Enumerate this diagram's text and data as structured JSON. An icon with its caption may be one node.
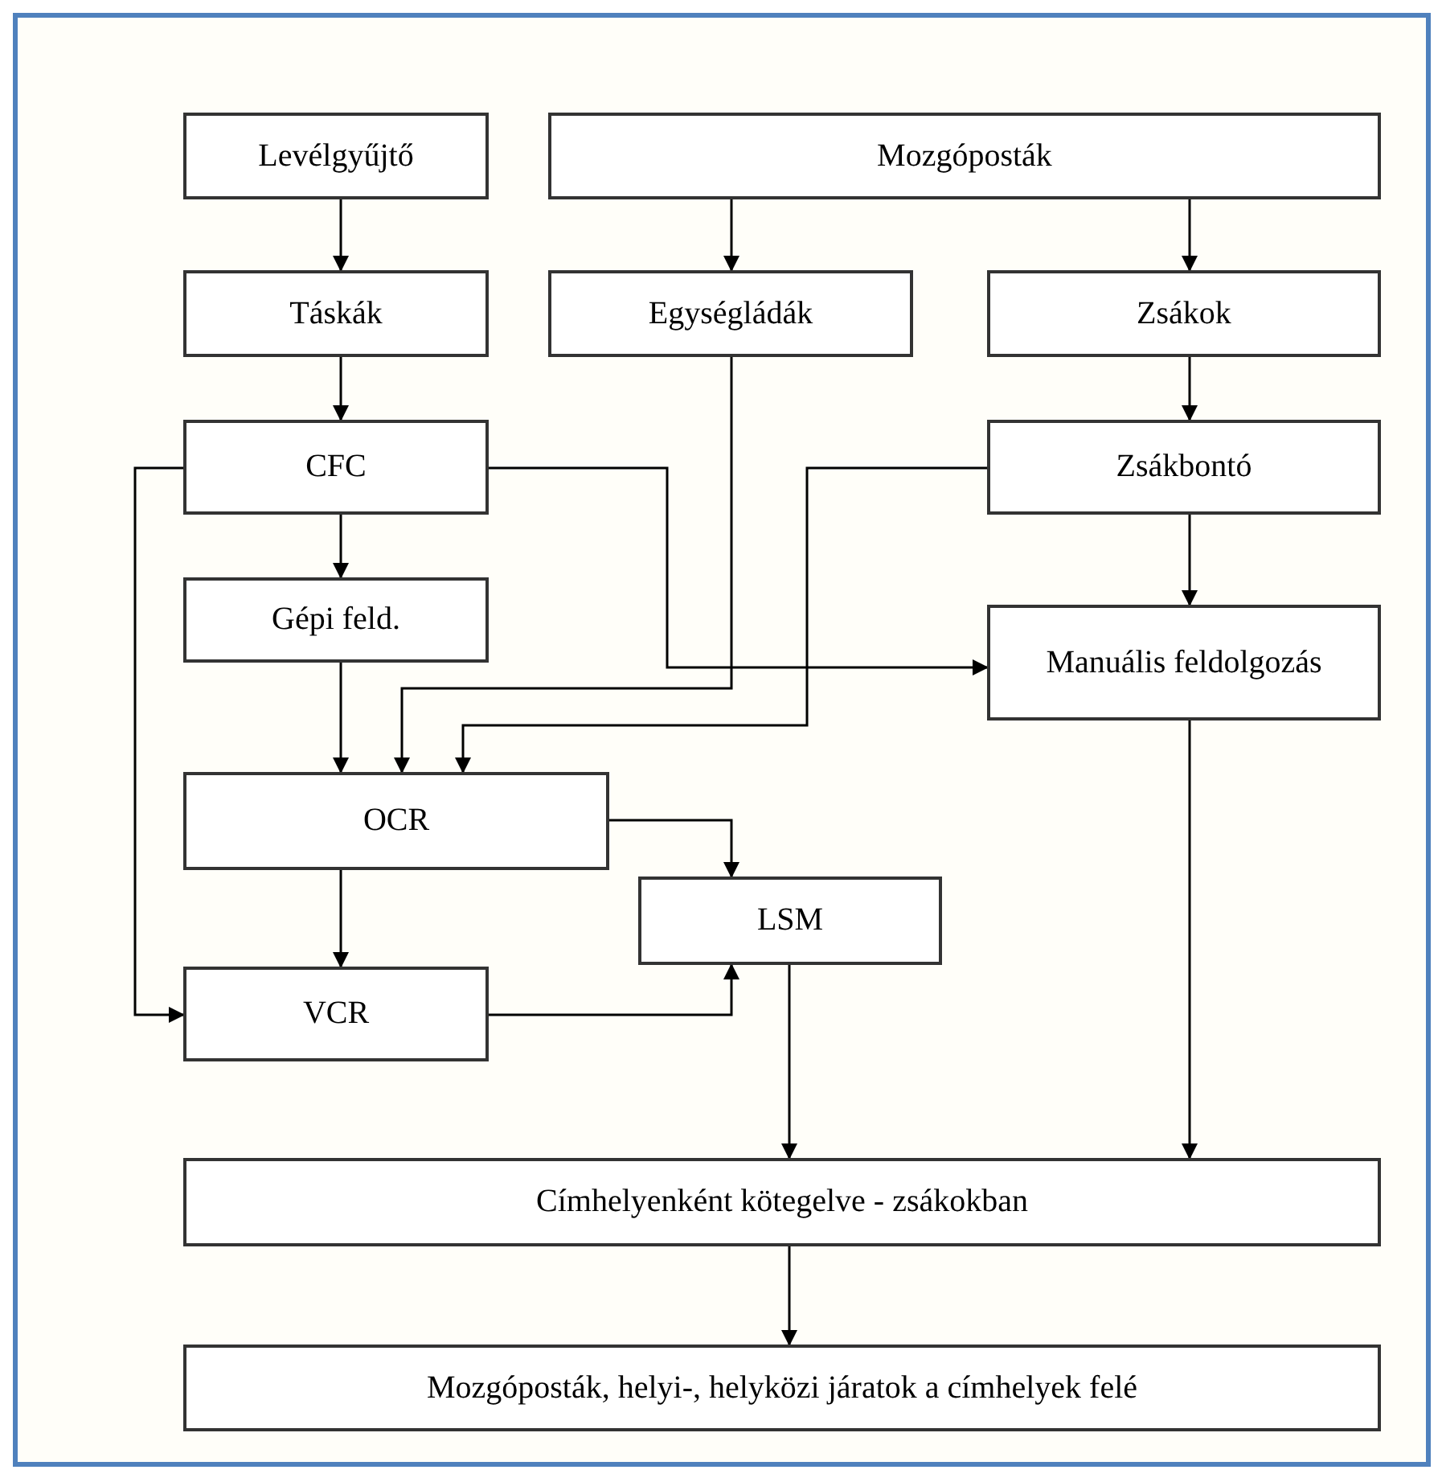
{
  "diagram": {
    "nodes": [
      {
        "text": [
          "Levélgyűjtő"
        ]
      },
      {
        "text": [
          "Mozgóposták"
        ]
      },
      {
        "text": [
          "Táskák"
        ]
      },
      {
        "text": [
          "Egységládák"
        ]
      },
      {
        "text": [
          "Zsákok"
        ]
      },
      {
        "text": [
          "CFC"
        ]
      },
      {
        "text": [
          "Zsákbontó"
        ]
      },
      {
        "text": [
          "Gépi feld."
        ]
      },
      {
        "text": [
          "Manuális feldolgozás"
        ]
      },
      {
        "text": [
          "OCR"
        ]
      },
      {
        "text": [
          "LSM"
        ]
      },
      {
        "text": [
          "VCR"
        ]
      },
      {
        "text": [
          "Címhelyenként kötegelve - zsákokban"
        ]
      },
      {
        "text": [
          "Mozgóposták, helyi-, helyközi járatok a címhelyek felé"
        ]
      }
    ],
    "edges": [
      {
        "from": 0,
        "to": 2,
        "arrow": "to"
      },
      {
        "from": 1,
        "to": 3,
        "arrow": "to"
      },
      {
        "from": 1,
        "to": 4,
        "arrow": "to"
      },
      {
        "from": 2,
        "to": 5,
        "arrow": "to"
      },
      {
        "from": 4,
        "to": 6,
        "arrow": "to"
      },
      {
        "from": 5,
        "to": 7,
        "arrow": "to"
      },
      {
        "from": 5,
        "to": 8,
        "arrow": "to"
      },
      {
        "from": 6,
        "to": 8,
        "arrow": "to"
      },
      {
        "from": 3,
        "to": 9,
        "arrow": "to"
      },
      {
        "from": 7,
        "to": 9,
        "arrow": "to"
      },
      {
        "from": 6,
        "to": 9,
        "arrow": "to"
      },
      {
        "from": 9,
        "to": 10,
        "arrow": "to"
      },
      {
        "from": 9,
        "to": 11,
        "arrow": "to"
      },
      {
        "from": 5,
        "to": 11,
        "arrow": "to"
      },
      {
        "from": 11,
        "to": 10,
        "arrow": "to"
      },
      {
        "from": 10,
        "to": 12,
        "arrow": "to"
      },
      {
        "from": 8,
        "to": 12,
        "arrow": "to"
      },
      {
        "from": 12,
        "to": 13,
        "arrow": "to"
      }
    ]
  }
}
